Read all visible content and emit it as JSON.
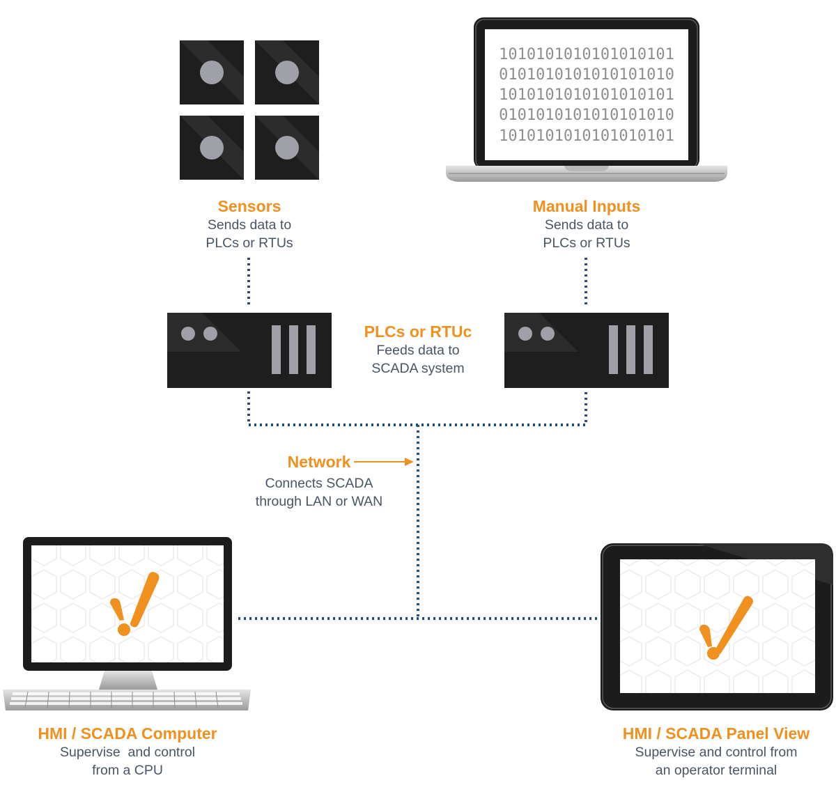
{
  "sensors": {
    "title": "Sensors",
    "desc": [
      "Sends data to",
      "PLCs or RTUs"
    ]
  },
  "manual_inputs": {
    "title": "Manual Inputs",
    "desc": [
      "Sends data to",
      "PLCs or RTUs"
    ]
  },
  "laptop_screen": {
    "lines": [
      "1010101010101010101",
      "0101010101010101010",
      "1010101010101010101",
      "0101010101010101010",
      "1010101010101010101"
    ]
  },
  "plcs": {
    "title": "PLCs or RTUc",
    "desc": [
      "Feeds data to",
      "SCADA system"
    ]
  },
  "network": {
    "title": "Network",
    "desc": [
      "Connects SCADA",
      "through LAN or WAN"
    ]
  },
  "hmi_computer": {
    "title": "HMI / SCADA Computer",
    "desc": [
      "Supervise  and control",
      "from a CPU"
    ]
  },
  "hmi_panel": {
    "title": "HMI / SCADA Panel View",
    "desc": [
      "Supervise and control from",
      "an operator terminal"
    ]
  },
  "colors": {
    "accent": "#f0901e",
    "text": "#4a5563",
    "connector": "#1f4e79",
    "device": "#1e1e1e"
  }
}
